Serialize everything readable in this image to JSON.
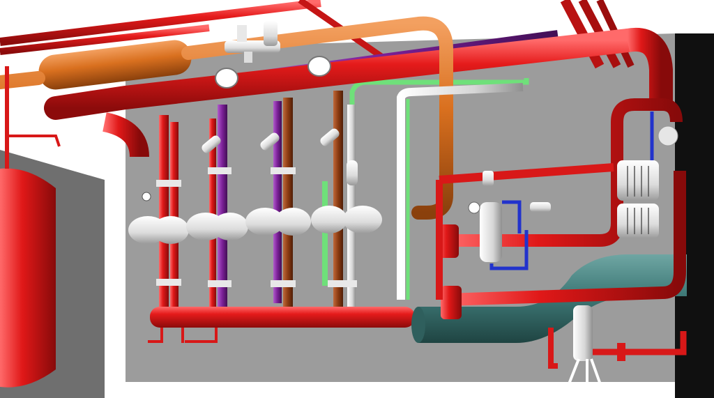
{
  "scene": {
    "kind": "3d-piping-render",
    "subject": "boiler-room-pump-manifold",
    "visible_text": []
  },
  "colors": {
    "background": "#ffffff",
    "back_wall": "#9c9c9c",
    "left_wall": "#6f6f6f",
    "heating_pipe_red": "#d81818",
    "heating_pipe_shade": "#8e0c0c",
    "heating_pipe_light": "#ff5a5a",
    "supply_pipe_orange": "#d9701f",
    "return_pipe_purple": "#7a1f96",
    "pipe_brown": "#8a3b12",
    "pipe_green": "#6fe07a",
    "pipe_white": "#eeeeee",
    "pipe_blue": "#2233cc",
    "teal_header": "#3f7a78",
    "pump_body": "#e6e6e6",
    "dark_panel": "#101010"
  },
  "components": {
    "pump_groups": 4,
    "expansion_tank": 1,
    "boilers": 2,
    "heat_exchanger": 1
  }
}
